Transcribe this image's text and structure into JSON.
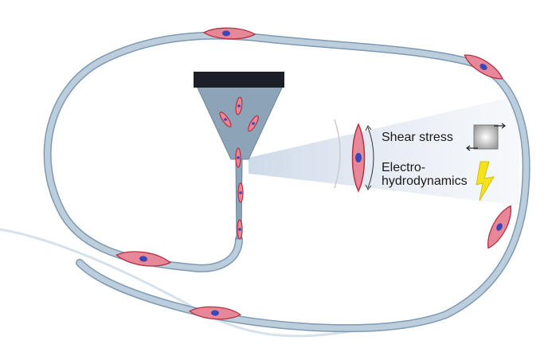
{
  "labels": {
    "shear_stress": "Shear stress",
    "electro_line1": "Electro-",
    "electro_line2": "hydrodynamics"
  },
  "icons": {
    "shear": "shear-stress-square-icon",
    "electro": "lightning-bolt-icon"
  },
  "colors": {
    "fiber_fill": "#b9ccdc",
    "fiber_stroke": "#7d9ab3",
    "nozzle_fill": "#8da3b8",
    "nozzle_cap": "#1c1f25",
    "cell_fill": "#e8869a",
    "cell_stroke": "#b2333f",
    "nucleus": "#3a47b5",
    "bolt": "#f6e21a"
  }
}
